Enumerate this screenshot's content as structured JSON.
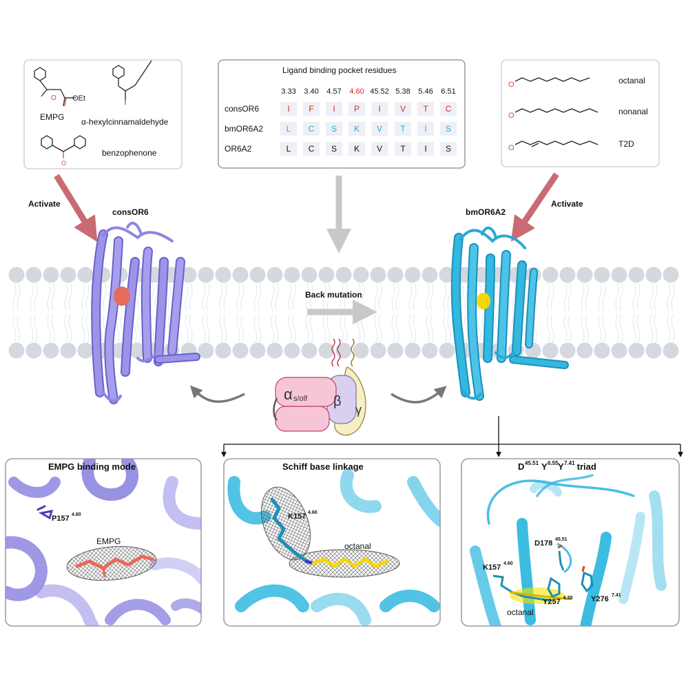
{
  "colors": {
    "consOR6": "#9b94e8",
    "consOR6_dark": "#6a60c8",
    "bmOR6A2": "#33b8e0",
    "bmOR6A2_dark": "#1c8fb8",
    "ligand_red": "#e86a5a",
    "ligand_yellow": "#f5d800",
    "residue_red": "#d9261c",
    "residue_blue": "#2aa8d6",
    "arrow_red": "#c96b72",
    "arrow_gray": "#c8c8c8",
    "membrane_head": "#d3d9de",
    "gprotein_alpha": "#f6c6d8",
    "gprotein_beta": "#d9d0f0",
    "gprotein_gamma": "#f6efc4"
  },
  "left_box": {
    "compounds": [
      {
        "name": "EMPG"
      },
      {
        "name": "α-hexylcinnamaldehyde"
      },
      {
        "name": "benzophenone"
      }
    ],
    "oet_label": "OEt",
    "oxygen_label": "O"
  },
  "center_box": {
    "title": "Ligand binding pocket residues",
    "positions": [
      "3.33",
      "3.40",
      "4.57",
      "4.60",
      "45.52",
      "5.38",
      "5.46",
      "6.51"
    ],
    "highlight_position_index": 3,
    "rows": [
      {
        "label": "consOR6",
        "residues": [
          "I",
          "F",
          "I",
          "P",
          "I",
          "V",
          "T",
          "C"
        ],
        "color": "red"
      },
      {
        "label": "bmOR6A2",
        "residues": [
          "L",
          "C",
          "S",
          "K",
          "V",
          "T",
          "I",
          "S"
        ],
        "color": "blue"
      },
      {
        "label": "OR6A2",
        "residues": [
          "L",
          "C",
          "S",
          "K",
          "V",
          "T",
          "I",
          "S"
        ],
        "color": "black"
      }
    ]
  },
  "right_box": {
    "compounds": [
      {
        "name": "octanal"
      },
      {
        "name": "nonanal"
      },
      {
        "name": "T2D"
      }
    ],
    "oxygen_label": "O"
  },
  "middle": {
    "activate_left": "Activate",
    "activate_right": "Activate",
    "receptor_left": "consOR6",
    "receptor_right": "bmOR6A2",
    "back_mutation": "Back mutation",
    "gprotein": {
      "alpha": "α",
      "alpha_sub": "s/olf",
      "beta": "β",
      "gamma": "γ"
    }
  },
  "panels": {
    "p1": {
      "title": "EMPG binding mode",
      "residue": "P157",
      "residue_sup": "4.60",
      "ligand": "EMPG"
    },
    "p2": {
      "title": "Schiff base linkage",
      "residue": "K157",
      "residue_sup": "4.60",
      "ligand": "octanal"
    },
    "p3": {
      "title_d": "D",
      "title_d_sup": "45.51",
      "title_y1": "Y",
      "title_y1_sup": "6.55",
      "title_y2": "Y",
      "title_y2_sup": "7.41",
      "title_rest": " triad",
      "labels": [
        {
          "res": "D178",
          "sup": "45.51"
        },
        {
          "res": "K157",
          "sup": "4.60"
        },
        {
          "res": "Y257",
          "sup": "6.55"
        },
        {
          "res": "Y276",
          "sup": "7.41"
        }
      ],
      "ligand": "octanal"
    }
  }
}
